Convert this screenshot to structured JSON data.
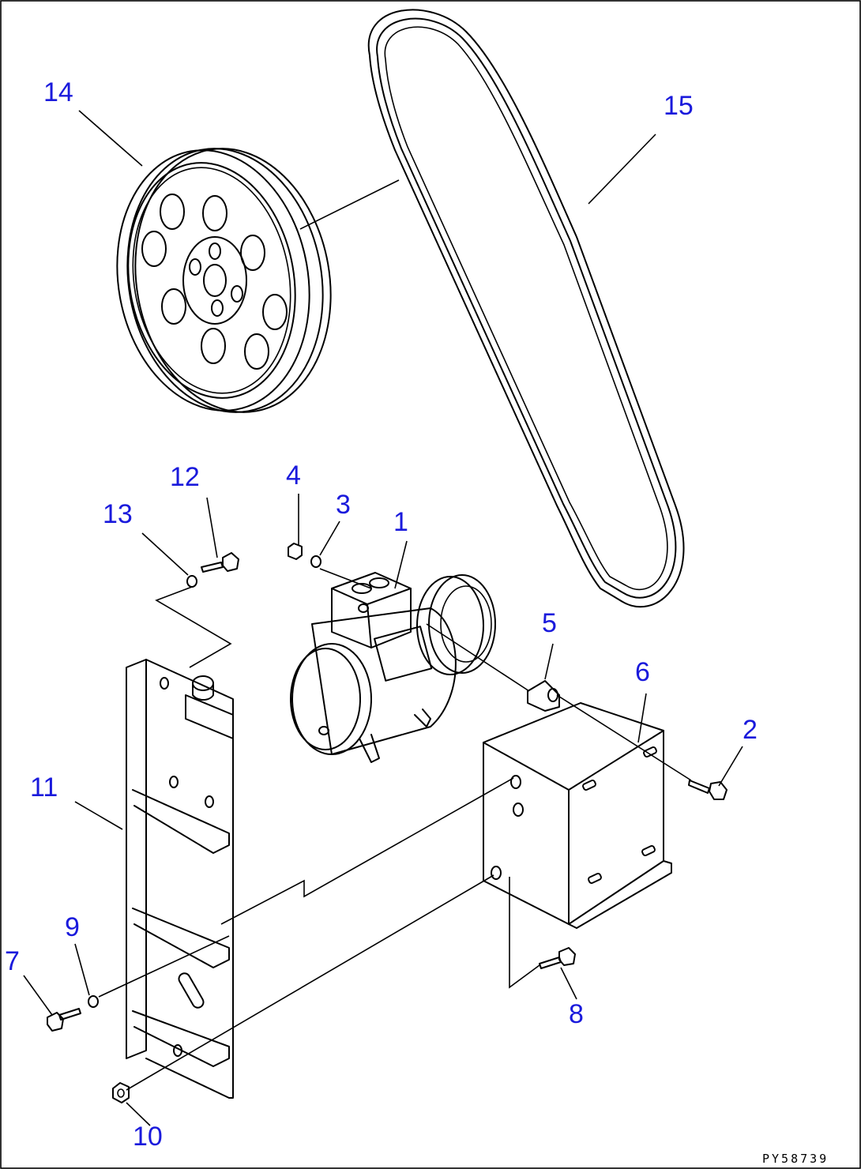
{
  "diagram": {
    "drawing_code": "PY58739",
    "callouts": [
      {
        "id": "1",
        "label": "1"
      },
      {
        "id": "2",
        "label": "2"
      },
      {
        "id": "3",
        "label": "3"
      },
      {
        "id": "4",
        "label": "4"
      },
      {
        "id": "5",
        "label": "5"
      },
      {
        "id": "6",
        "label": "6"
      },
      {
        "id": "7",
        "label": "7"
      },
      {
        "id": "8",
        "label": "8"
      },
      {
        "id": "9",
        "label": "9"
      },
      {
        "id": "10",
        "label": "10"
      },
      {
        "id": "11",
        "label": "11"
      },
      {
        "id": "12",
        "label": "12"
      },
      {
        "id": "13",
        "label": "13"
      },
      {
        "id": "14",
        "label": "14"
      },
      {
        "id": "15",
        "label": "15"
      }
    ],
    "colors": {
      "callout": "#1a1adc",
      "line": "#000000",
      "background": "#ffffff"
    }
  }
}
